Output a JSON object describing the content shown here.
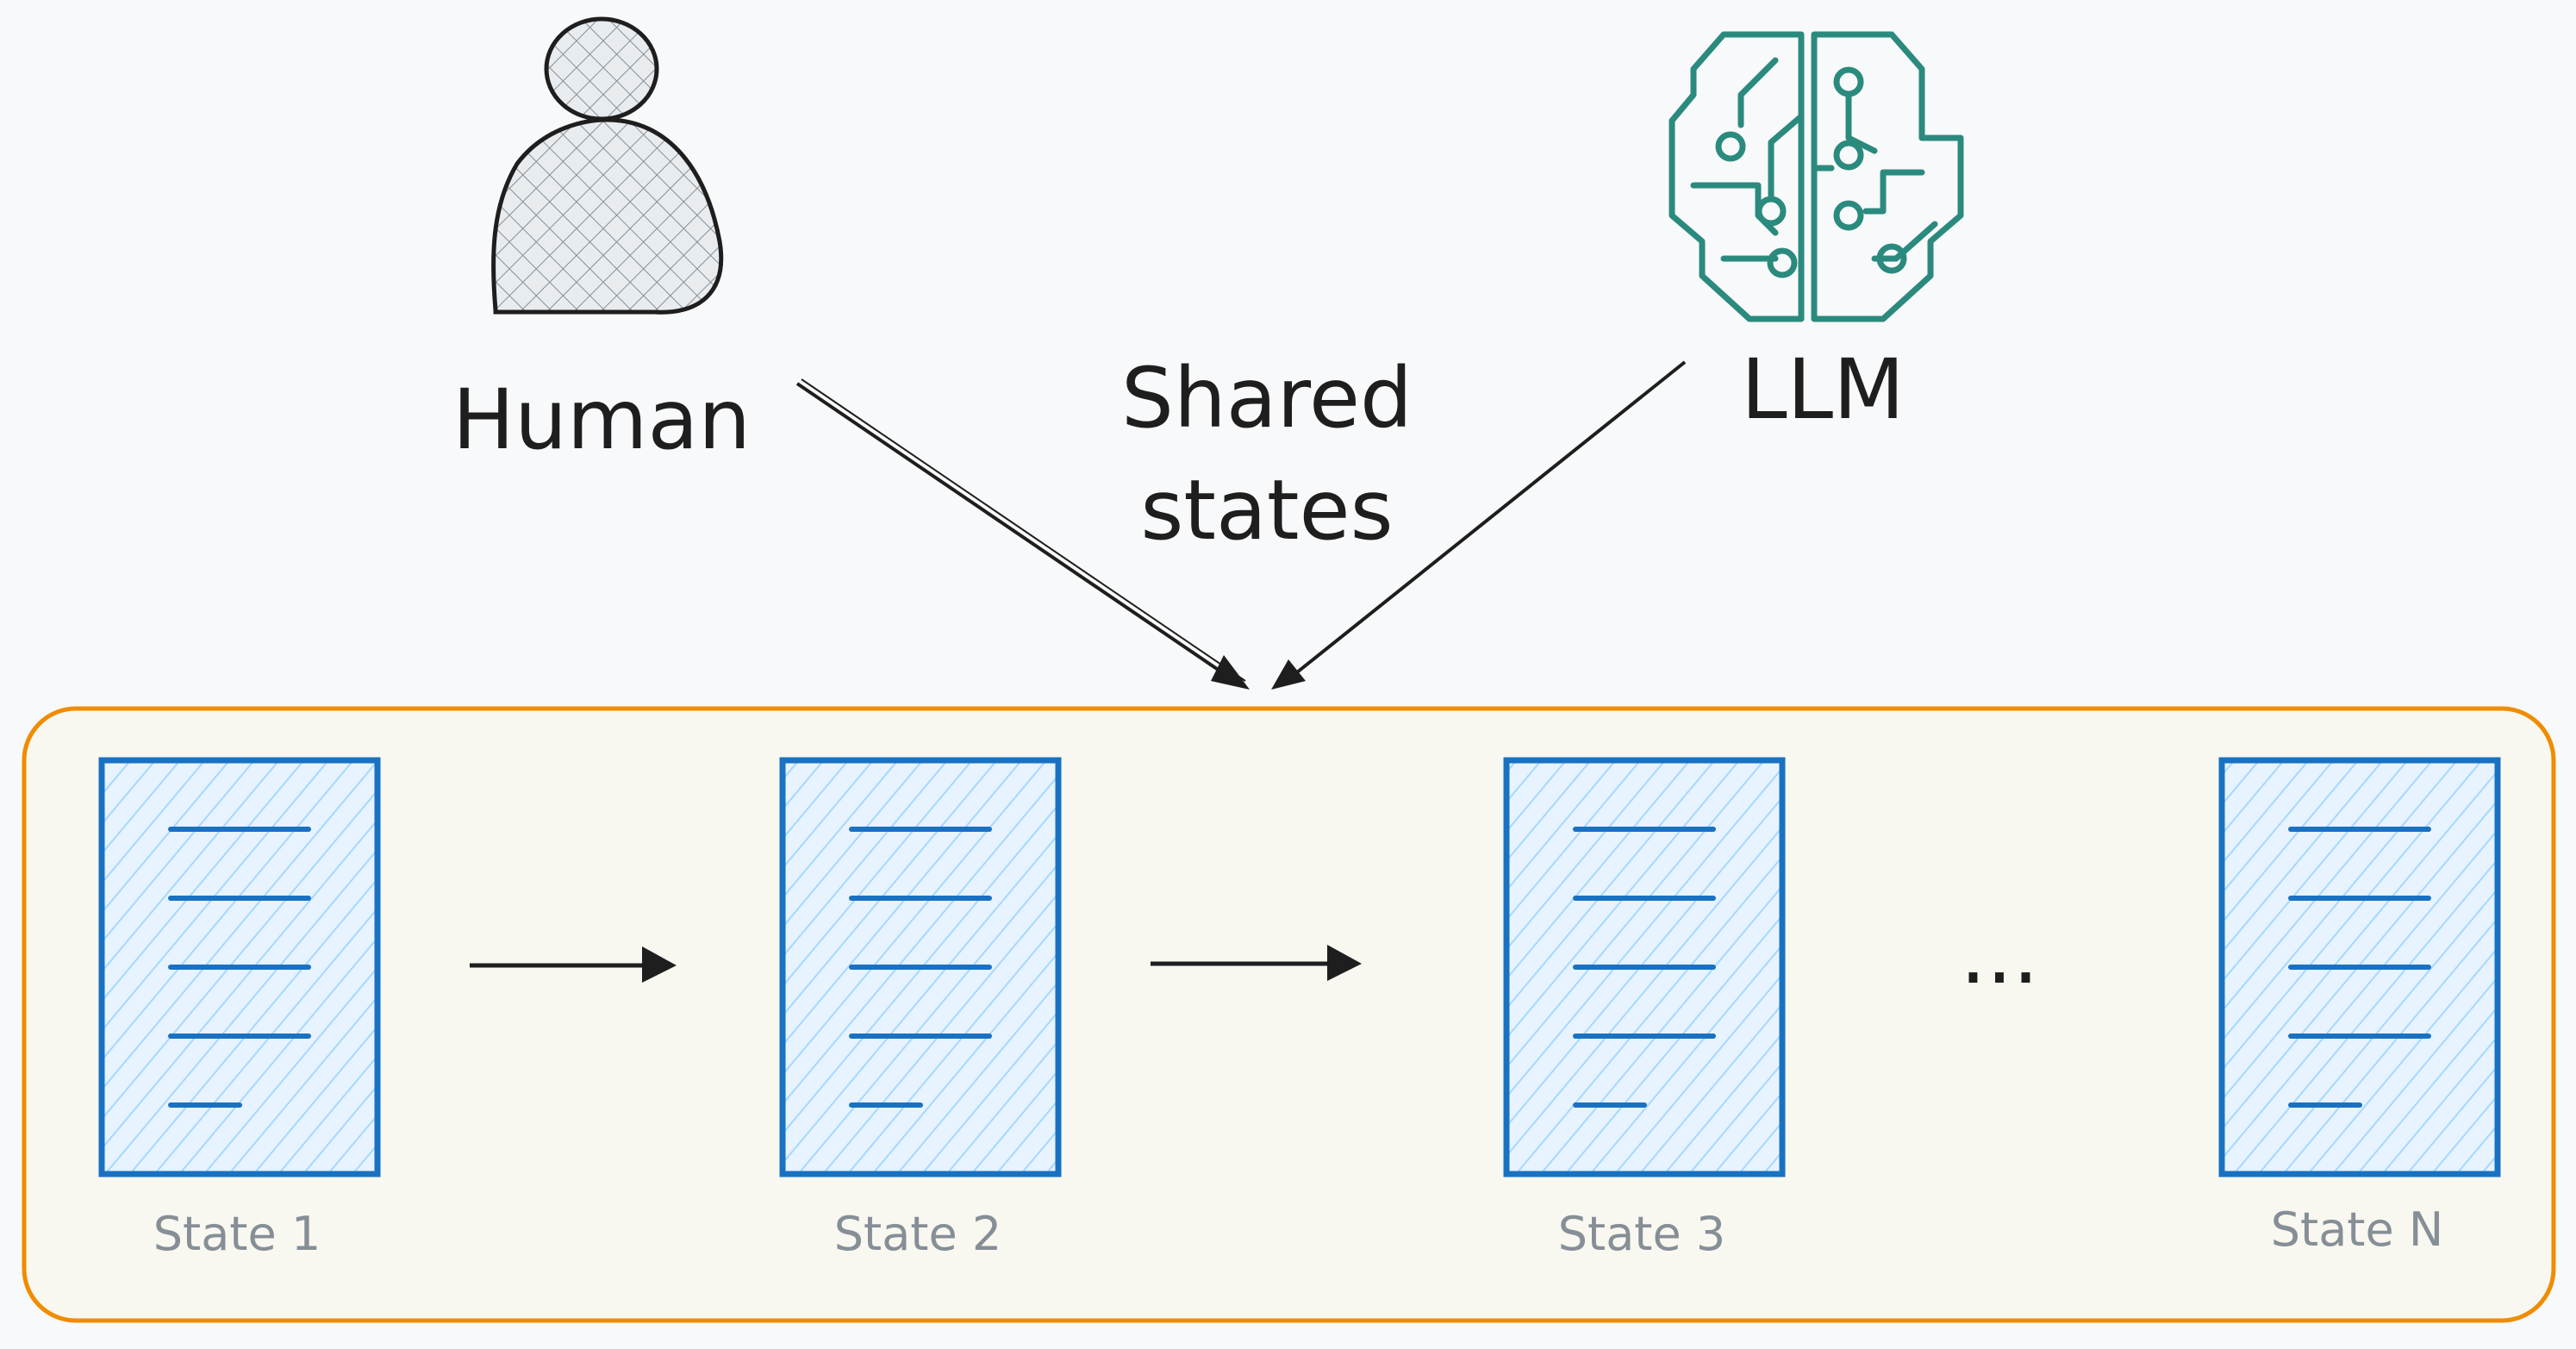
{
  "actors": {
    "human_label": "Human",
    "llm_label": "LLM"
  },
  "shared_label": {
    "line1": "Shared",
    "line2": "states"
  },
  "states": [
    {
      "label": "State 1"
    },
    {
      "label": "State 2"
    },
    {
      "label": "State 3"
    },
    {
      "label": "State N"
    }
  ],
  "ellipsis": "...",
  "colors": {
    "background": "#f8f9fa",
    "container_border": "#f08c00",
    "container_fill": "#f8f8f0",
    "state_border": "#1971c2",
    "state_hatch": "#a5d8ff",
    "llm_icon": "#2b8a7e",
    "ink": "#1e1e1e",
    "state_label": "#868e96"
  },
  "icons": {
    "human": "person-icon",
    "llm": "brain-circuit-icon"
  }
}
